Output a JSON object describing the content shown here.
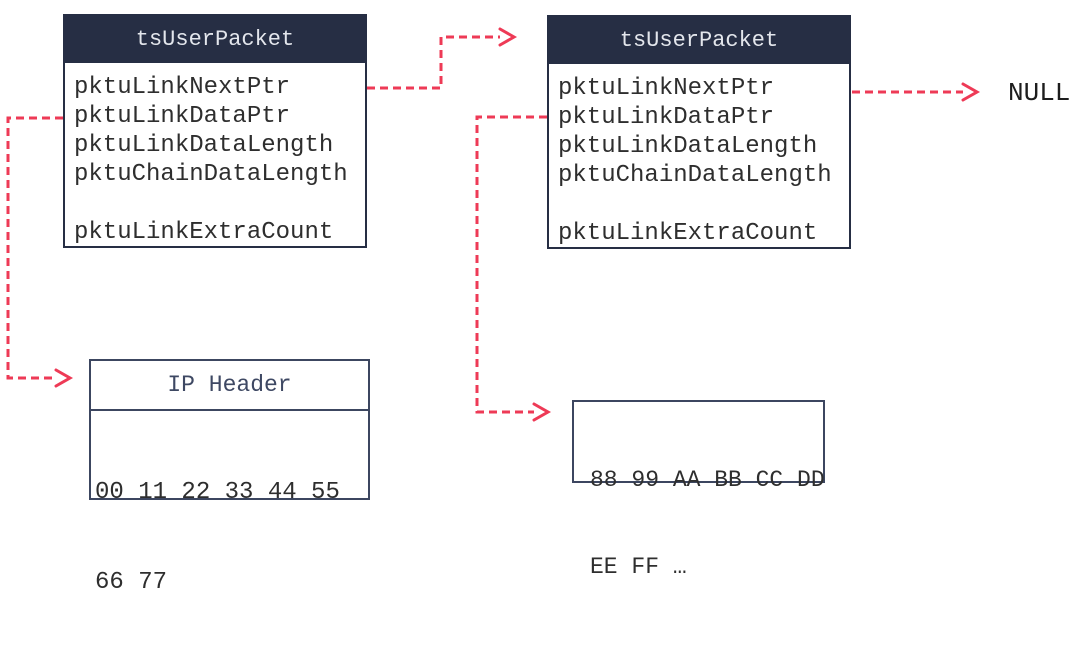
{
  "diagram": {
    "colors": {
      "accent": "#ee3a56",
      "navy": "#262e44",
      "box_border": "#3c4660",
      "body_text": "#2e2e2e"
    },
    "packets": [
      {
        "title": "tsUserPacket",
        "fields": [
          "pktuLinkNextPtr",
          "pktuLinkDataPtr",
          "pktuLinkDataLength",
          "pktuChainDataLength",
          "",
          "pktuLinkExtraCount"
        ]
      },
      {
        "title": "tsUserPacket",
        "fields": [
          "pktuLinkNextPtr",
          "pktuLinkDataPtr",
          "pktuLinkDataLength",
          "pktuChainDataLength",
          "",
          "pktuLinkExtraCount"
        ]
      }
    ],
    "null_label": "NULL",
    "ip_header": {
      "title": "IP Header",
      "lines": [
        "00 11 22 33 44 55",
        "66 77"
      ]
    },
    "data_buffer": {
      "lines": [
        "88 99 AA BB CC DD",
        "EE FF …"
      ]
    }
  }
}
